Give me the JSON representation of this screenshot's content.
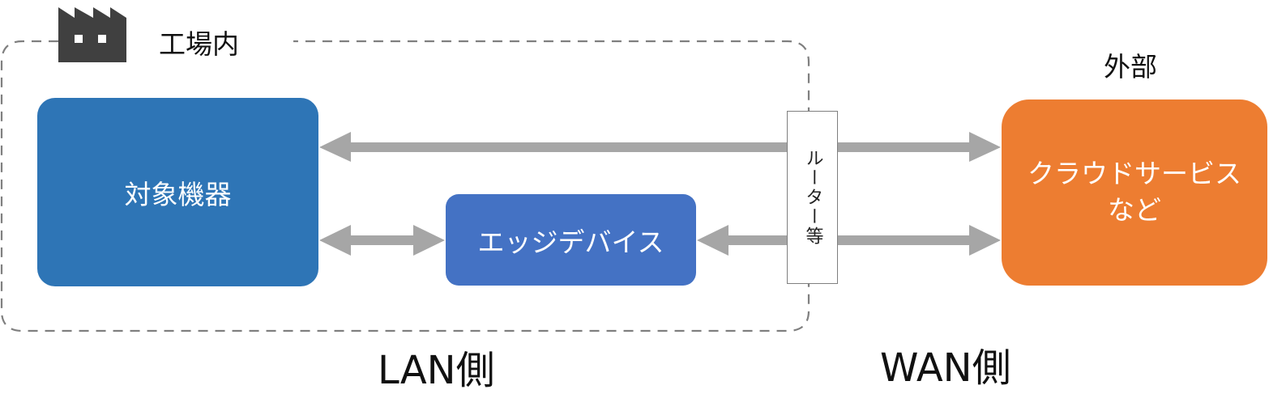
{
  "colors": {
    "target_device": "#2e75b6",
    "edge_device": "#4472c4",
    "cloud": "#ed7d31",
    "arrow": "#a6a6a6",
    "boundary": "#7f7f7f",
    "factory_icon": "#404040"
  },
  "icons": {
    "factory": "factory-icon"
  },
  "labels": {
    "factory": "工場内",
    "outside": "外部",
    "lan": "LAN側",
    "wan": "WAN側"
  },
  "nodes": {
    "target_device": "対象機器",
    "edge_device": "エッジデバイス",
    "router": "ルーター等",
    "cloud": "クラウドサービス\nなど"
  }
}
